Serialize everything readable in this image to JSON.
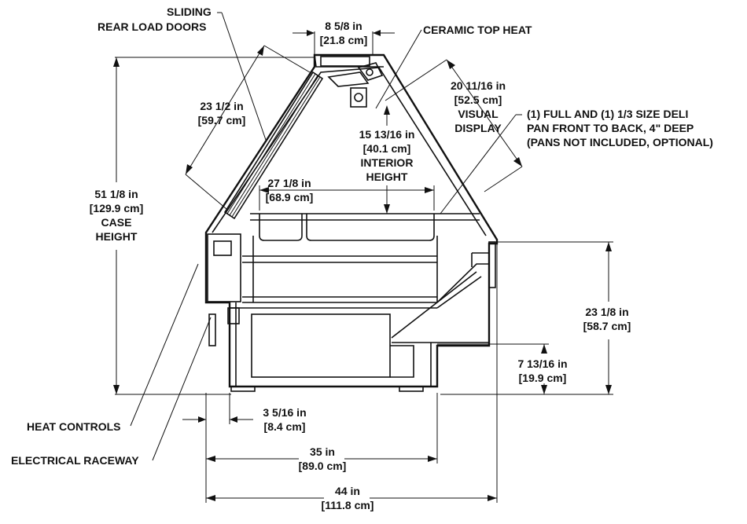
{
  "callouts": {
    "sliding": "SLIDING",
    "rear_load_doors": "REAR LOAD DOORS",
    "ceramic_top_heat": "CERAMIC TOP HEAT",
    "deli_pan_line1": "(1) FULL AND (1) 1/3 SIZE DELI",
    "deli_pan_line2": "PAN FRONT TO BACK, 4\" DEEP",
    "deli_pan_line3": "(PANS NOT INCLUDED, OPTIONAL)",
    "heat_controls": "HEAT CONTROLS",
    "electrical_raceway": "ELECTRICAL RACEWAY"
  },
  "dimensions": {
    "top_width": {
      "in": "8 5/8 in",
      "cm": "[21.8 cm]"
    },
    "door_length": {
      "in": "23 1/2 in",
      "cm": "[59.7 cm]"
    },
    "visual_display": {
      "in": "20 11/16 in",
      "cm": "[52.5 cm]",
      "name1": "VISUAL",
      "name2": "DISPLAY"
    },
    "interior_height": {
      "in": "15 13/16 in",
      "cm": "[40.1 cm]",
      "name1": "INTERIOR",
      "name2": "HEIGHT"
    },
    "pan_width": {
      "in": "27 1/8 in",
      "cm": "[68.9 cm]"
    },
    "case_height": {
      "in": "51 1/8 in",
      "cm": "[129.9 cm]",
      "name1": "CASE",
      "name2": "HEIGHT"
    },
    "counter_height": {
      "in": "23 1/8 in",
      "cm": "[58.7 cm]"
    },
    "base_height": {
      "in": "7 13/16 in",
      "cm": "[19.9 cm]"
    },
    "raceway_depth": {
      "in": "3 5/16 in",
      "cm": "[8.4 cm]"
    },
    "body_depth": {
      "in": "35 in",
      "cm": "[89.0 cm]"
    },
    "overall_depth": {
      "in": "44 in",
      "cm": "[111.8 cm]"
    }
  }
}
